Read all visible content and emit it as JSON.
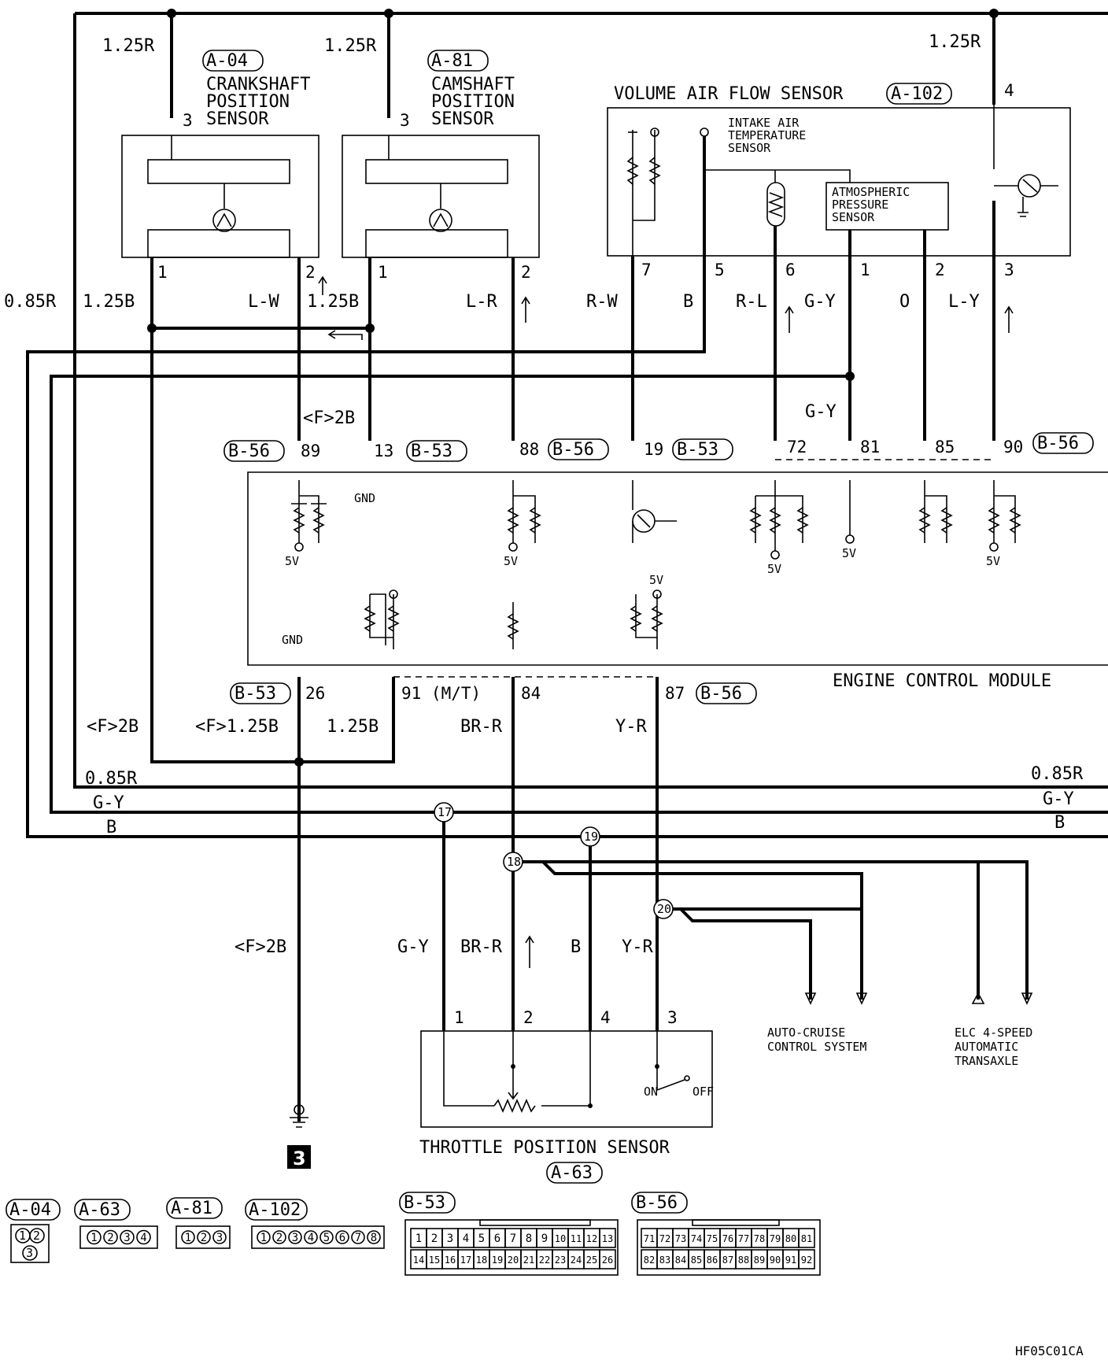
{
  "components": {
    "ckp": {
      "ref": "A-04",
      "l1": "CRANKSHAFT",
      "l2": "POSITION",
      "l3": "SENSOR"
    },
    "cmp": {
      "ref": "A-81",
      "l1": "CAMSHAFT",
      "l2": "POSITION",
      "l3": "SENSOR"
    },
    "vaf": {
      "title": "VOLUME AIR FLOW SENSOR",
      "ref": "A-102"
    },
    "iat": {
      "l1": "INTAKE AIR",
      "l2": "TEMPERATURE",
      "l3": "SENSOR"
    },
    "aps": {
      "l1": "ATMOSPHERIC",
      "l2": "PRESSURE",
      "l3": "SENSOR"
    },
    "ecm": {
      "title": "ENGINE CONTROL MODULE"
    },
    "tps": {
      "title": "THROTTLE POSITION SENSOR",
      "ref": "A-63",
      "on": "ON",
      "off": "OFF"
    }
  },
  "wires": {
    "r125a": "1.25R",
    "r125b": "1.25R",
    "r125c": "1.25R",
    "r085": "0.85R",
    "b125": "1.25B",
    "lw": "L-W",
    "b125b": "1.25B",
    "lr": "L-R",
    "rw": "R-W",
    "b": "B",
    "rl": "R-L",
    "gy": "G-Y",
    "o": "O",
    "ly": "L-Y",
    "gy2": "G-Y",
    "f2b": "<F>2B",
    "f2b_l": "<F>2B",
    "f125b": "<F>1.25B",
    "b125c": "1.25B",
    "brr": "BR-R",
    "yr": "Y-R",
    "r085_l": "0.85R",
    "gy_l": "G-Y",
    "b_l": "B",
    "r085_r": "0.85R",
    "gy_r": "G-Y",
    "b_r": "B",
    "f2b_g": "<F>2B",
    "gy_t": "G-Y",
    "brr_t": "BR-R",
    "b_t": "B",
    "yr_t": "Y-R"
  },
  "pins": {
    "ckp3": "3",
    "ckp1": "1",
    "ckp2": "2",
    "cmp3": "3",
    "cmp1": "1",
    "cmp2": "2",
    "v4": "4",
    "v7": "7",
    "v5": "5",
    "v6": "6",
    "v1": "1",
    "v2": "2",
    "v3": "3",
    "e89": "89",
    "e13": "13",
    "e88": "88",
    "e19": "19",
    "e72": "72",
    "e81": "81",
    "e85": "85",
    "e90": "90",
    "e26": "26",
    "e91": "91 (M/T)",
    "e84": "84",
    "e87": "87",
    "t1": "1",
    "t2": "2",
    "t4": "4",
    "t3": "3"
  },
  "ecm_refs": {
    "b56a": "B-56",
    "b53a": "B-53",
    "b56b": "B-56",
    "b53b": "B-53",
    "b56c": "B-56",
    "b53c": "B-53",
    "b56d": "B-56"
  },
  "ecm_internal": {
    "gnd1": "GND",
    "gnd2": "GND",
    "v5a": "5V",
    "v5b": "5V",
    "v5c": "5V",
    "v5d": "5V",
    "v5e": "5V",
    "v5f": "5V"
  },
  "junctions": {
    "j17": "17",
    "j18": "18",
    "j19": "19",
    "j20": "20"
  },
  "outputs": {
    "cruise1": "AUTO-CRUISE",
    "cruise2": "CONTROL SYSTEM",
    "elc1": "ELC 4-SPEED",
    "elc2": "AUTOMATIC",
    "elc3": "TRANSAXLE"
  },
  "ground_ref": "3",
  "connectors": {
    "a04": "A-04",
    "a63": "A-63",
    "a81": "A-81",
    "a102": "A-102",
    "b53": "B-53",
    "b56": "B-56",
    "a63_pins": [
      "1",
      "2",
      "3",
      "4"
    ],
    "a81_pins": [
      "1",
      "2",
      "3"
    ],
    "a102_pins": [
      "1",
      "2",
      "3",
      "4",
      "5",
      "6",
      "7",
      "8"
    ],
    "b53_row1": [
      "1",
      "2",
      "3",
      "4",
      "5",
      "6",
      "7",
      "8",
      "9",
      "10",
      "11",
      "12",
      "13"
    ],
    "b53_row2": [
      "14",
      "15",
      "16",
      "17",
      "18",
      "19",
      "20",
      "21",
      "22",
      "23",
      "24",
      "25",
      "26"
    ],
    "b56_row1": [
      "71",
      "72",
      "73",
      "74",
      "75",
      "76",
      "77",
      "78",
      "79",
      "80",
      "81"
    ],
    "b56_row2": [
      "82",
      "83",
      "84",
      "85",
      "86",
      "87",
      "88",
      "89",
      "90",
      "91",
      "92"
    ]
  },
  "figure_code": "HF05C01CA"
}
